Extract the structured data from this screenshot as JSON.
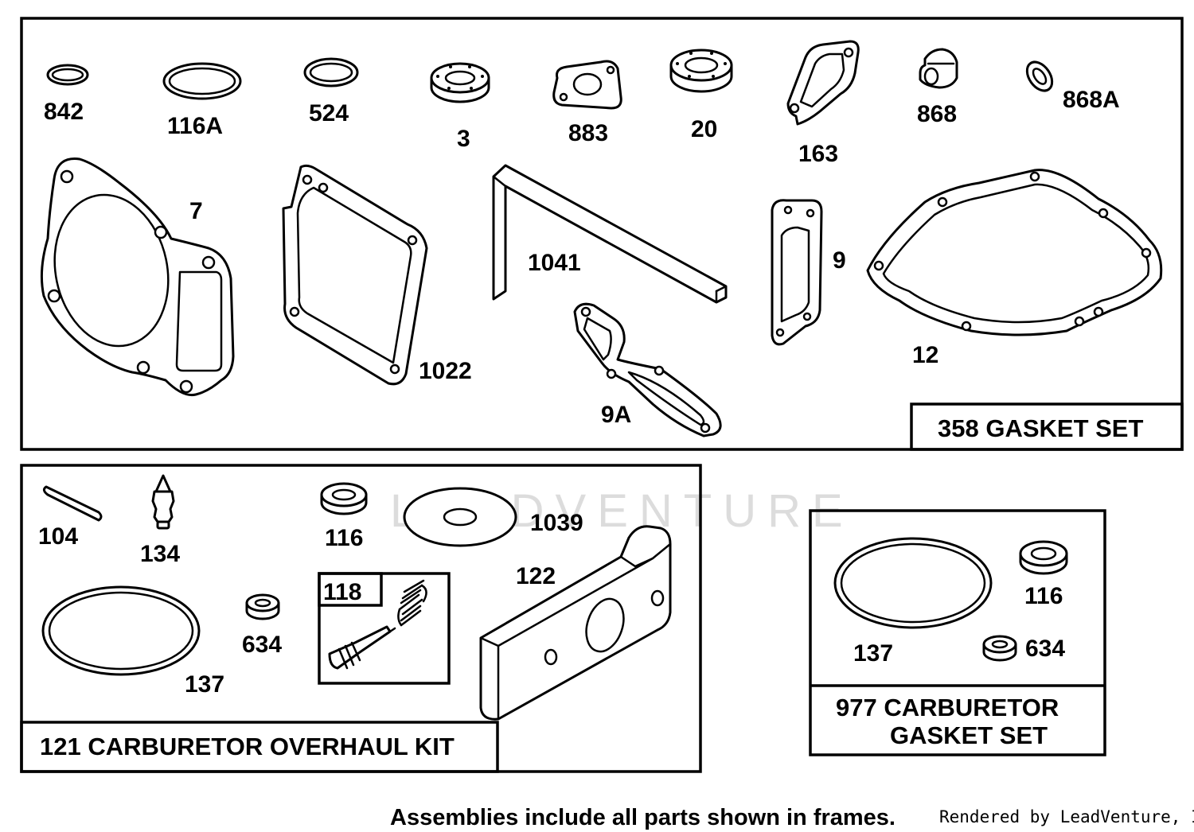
{
  "watermark": "LEADVENTURE",
  "frames": {
    "gasket_set": "358 GASKET SET",
    "overhaul_kit": "121 CARBURETOR OVERHAUL KIT",
    "carb_gasket_line1": "977 CARBURETOR",
    "carb_gasket_line2": "GASKET SET",
    "subkit": "118"
  },
  "parts": {
    "p842": "842",
    "p116A": "116A",
    "p524": "524",
    "p3": "3",
    "p883": "883",
    "p20": "20",
    "p163": "163",
    "p868": "868",
    "p868A": "868A",
    "p7": "7",
    "p1022": "1022",
    "p1041": "1041",
    "p9": "9",
    "p9A": "9A",
    "p12": "12",
    "p104": "104",
    "p134": "134",
    "p116": "116",
    "p1039": "1039",
    "p122": "122",
    "p634": "634",
    "p137": "137",
    "c116": "116",
    "c634": "634",
    "c137": "137"
  },
  "footer": {
    "note": "Assemblies include all parts shown in frames.",
    "credit": "Rendered by LeadVenture, Inc."
  }
}
